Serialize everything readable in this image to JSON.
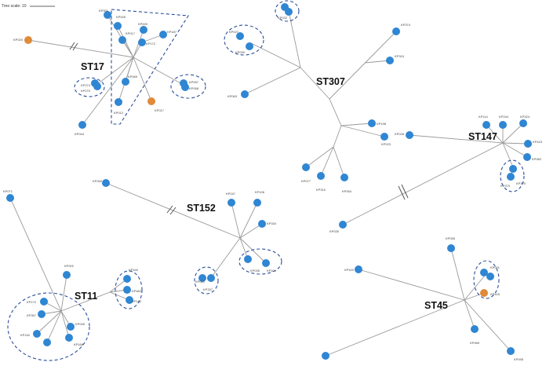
{
  "scale": {
    "label": "Tree scale: 10"
  },
  "clusters": {
    "st17": {
      "label": "ST17"
    },
    "st307": {
      "label": "ST307"
    },
    "st147": {
      "label": "ST147"
    },
    "st152": {
      "label": "ST152"
    },
    "st11": {
      "label": "ST11"
    },
    "st45": {
      "label": "ST45"
    }
  },
  "tips": {
    "t01": "KP020",
    "t02": "KP001",
    "t03": "KP005",
    "t04": "KP017",
    "t05": "KP009",
    "t06": "KP187",
    "t07": "KP172",
    "t08": "KP274",
    "t09": "KP270",
    "t10": "KP012",
    "t11": "KP069",
    "t12": "KP017",
    "t13": "KP057",
    "t14": "KP058",
    "t15": "KP044",
    "t16": "KP032",
    "t17": "KP027",
    "t18": "KP030",
    "t19": "KP374",
    "t20": "KP324",
    "t21": "KP063",
    "t22": "KP198",
    "t23": "KP023",
    "t24": "KP077",
    "t25": "KP310",
    "t26": "KP054",
    "t27": "KP114",
    "t28": "KP244",
    "t29": "KP030",
    "t30": "KP324",
    "t31": "KP415",
    "t32": "KP082",
    "t33": "KP370",
    "t34": "KP379",
    "t35": "KP028",
    "t36": "KP260",
    "t37": "KP047",
    "t38": "KP106",
    "t39": "KP334",
    "t40": "KP021",
    "t41": "KP337",
    "t42": "KP035",
    "t43": "KP104",
    "t44": "KP071",
    "t45": "KP002",
    "t46": "KP440",
    "t47": "KP462",
    "t48": "KP142",
    "t49": "KP172",
    "t50": "KP357",
    "t51": "KP118",
    "t52": "KP049",
    "t53": "KP168",
    "t54": "KP420",
    "t55": "KP055",
    "t56": "KP001",
    "t57": "KP416",
    "t58": "KP089",
    "t59": "KP095"
  }
}
